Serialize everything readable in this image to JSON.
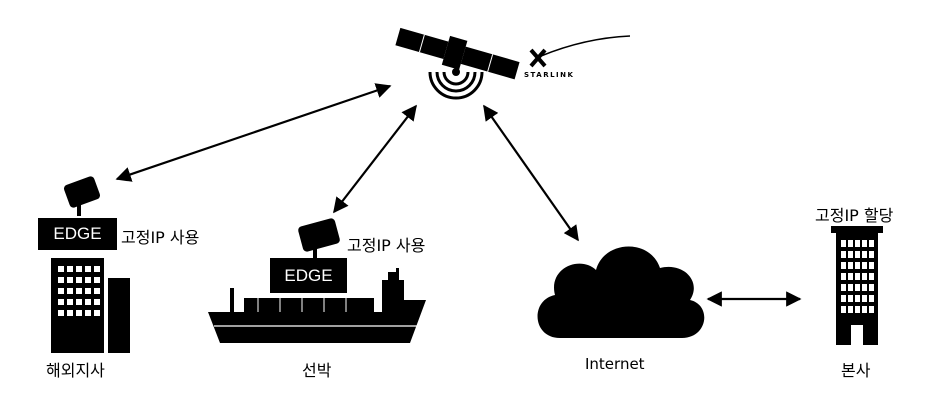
{
  "starlink": {
    "brand": "STARLINK"
  },
  "sites": {
    "overseas": {
      "edge_label": "EDGE",
      "ip_label": "고정IP 사용",
      "name": "해외지사"
    },
    "ship": {
      "edge_label": "EDGE",
      "ip_label": "고정IP 사용",
      "name": "선박"
    },
    "internet": {
      "name": "Internet"
    },
    "hq": {
      "ip_label": "고정IP 할당",
      "name": "본사"
    }
  },
  "colors": {
    "ink": "#000000",
    "background": "#ffffff"
  }
}
